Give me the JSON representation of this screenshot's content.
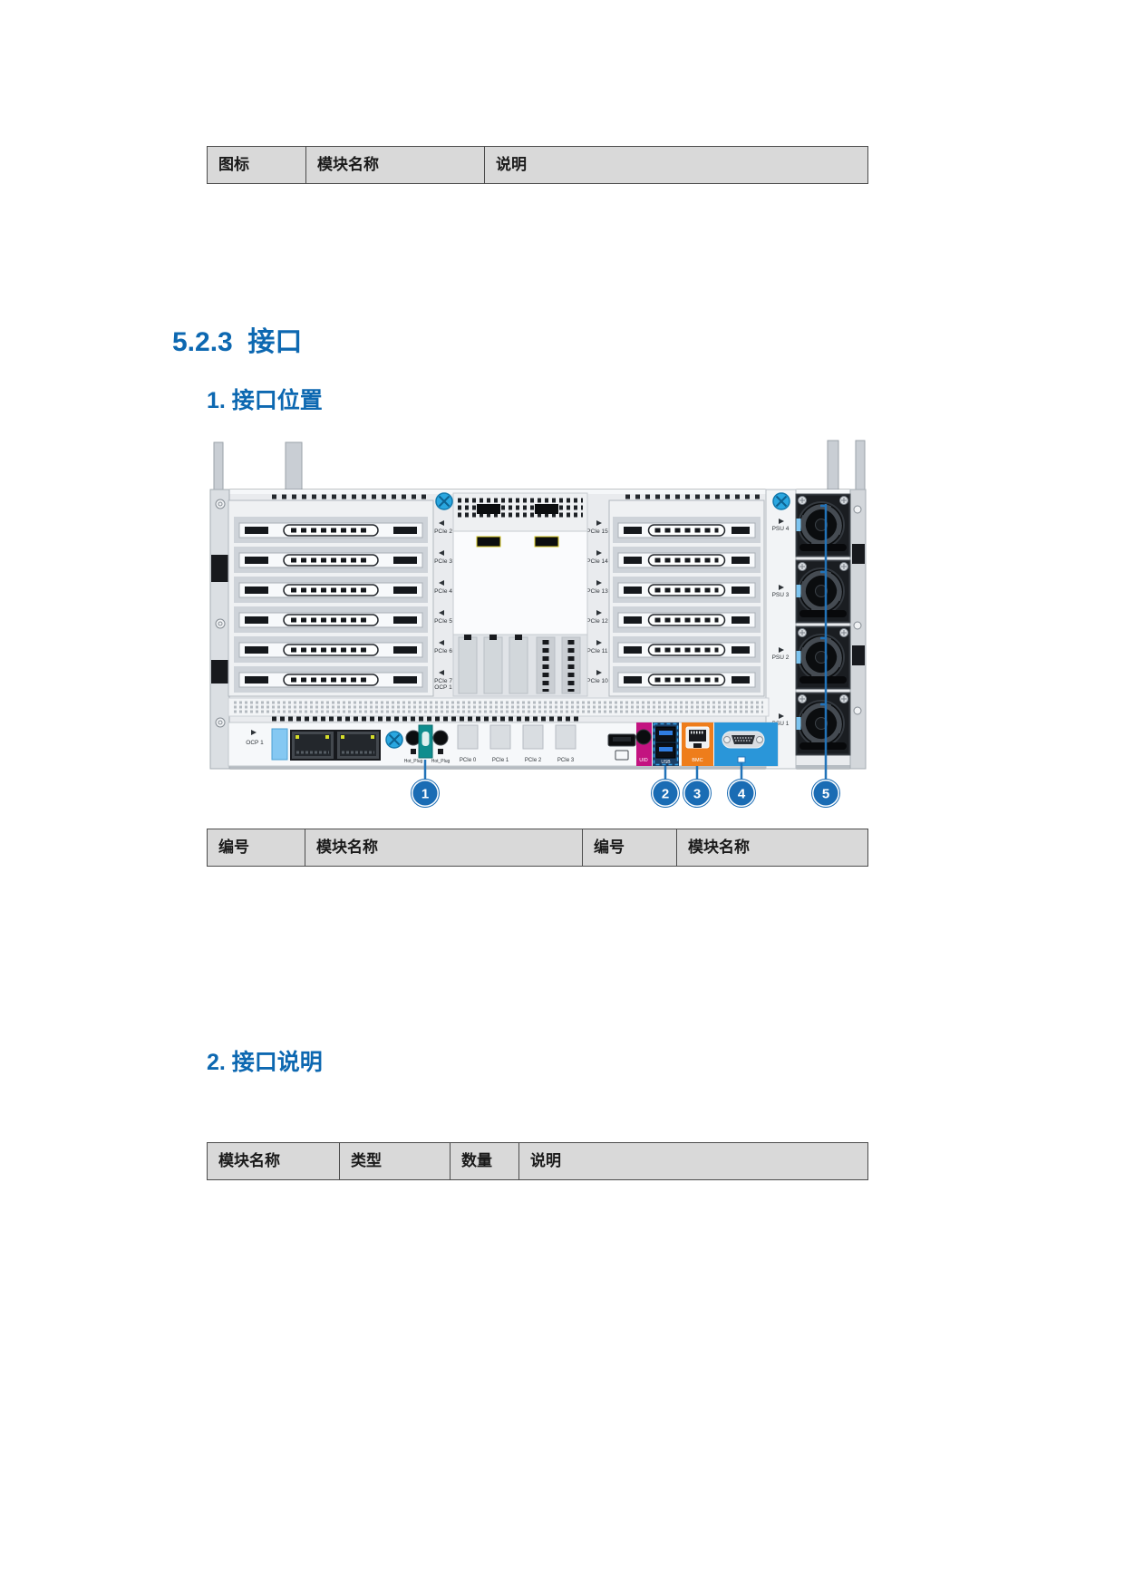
{
  "headings": {
    "section": "5.2.3  接口",
    "position": "1. 接口位置",
    "description": "2. 接口说明"
  },
  "tables": {
    "icon_legend": {
      "headers": [
        "图标",
        "模块名称",
        "说明"
      ]
    },
    "port_position": {
      "headers": [
        "编号",
        "模块名称",
        "编号",
        "模块名称"
      ]
    },
    "port_description": {
      "headers": [
        "模块名称",
        "类型",
        "数量",
        "说明"
      ]
    }
  },
  "diagram": {
    "left_slot_labels": [
      "PCIe 2",
      "PCIe 3",
      "PCIe 4",
      "PCIe 5",
      "PCIe 6",
      "PCIe 7|OCP 1"
    ],
    "right_slot_labels": [
      "PCIe 15",
      "PCIe 14",
      "PCIe 13",
      "PCIe 12",
      "PCIe 11",
      "PCIe 10"
    ],
    "psu_labels": [
      "PSU 4",
      "PSU 3",
      "PSU 2",
      "PSU 1"
    ],
    "ocp_label": "OCP 1",
    "io_slot_labels": [
      "PCIe 0",
      "PCIe 1",
      "PCIe 2",
      "PCIe 3"
    ],
    "hot_plug_label": "Hot_Plug",
    "uid_label": "UID",
    "usb_label": "USB",
    "bmc_label": "BMC",
    "callouts": [
      "1",
      "2",
      "3",
      "4",
      "5"
    ],
    "colors": {
      "heading": "#0d68b1",
      "callout": "#1a6cb4",
      "leader": "#2273b8",
      "thumbscrew": "#2aa7e0",
      "teal_port": "#0f8d8e",
      "uid_panel": "#c31380",
      "usb_panel": "#1b3f66",
      "bmc_panel": "#ee7d1b",
      "vga_panel": "#2a96d9"
    }
  }
}
